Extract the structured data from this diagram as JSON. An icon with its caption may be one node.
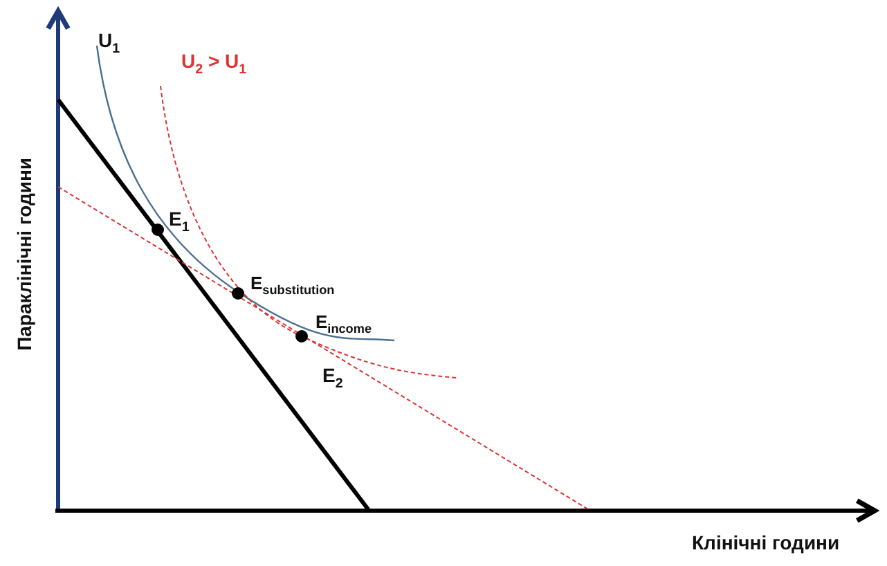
{
  "diagram": {
    "labels": [
      "Параклінічні години",
      "U$_{1}$",
      "U$_{2}$ > U$_{1}$",
      "E$_{1}$",
      "E$_{substitution}$",
      "E$_{income}$",
      "E$_{2}$",
      "Клінічні години"
    ]
  }
}
